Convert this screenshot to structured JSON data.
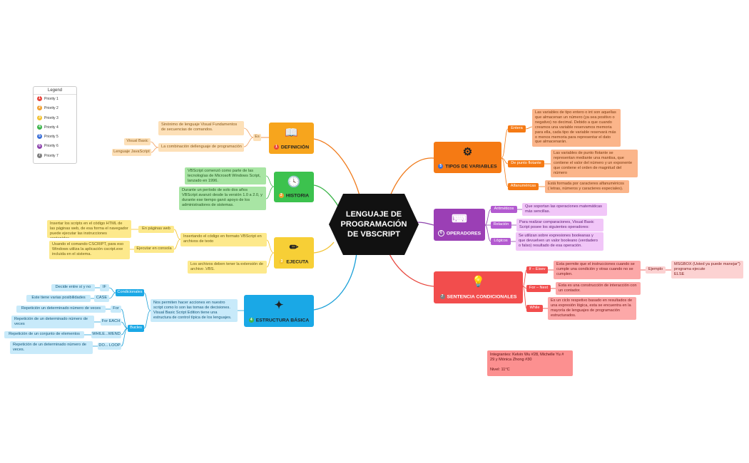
{
  "center_title": {
    "line1": "LENGUAJE DE",
    "line2": "PROGRAMACIÓN",
    "line3": "DE VBSCRIPT"
  },
  "legend": {
    "title": "Legend",
    "items": [
      {
        "num": "1",
        "label": "Priority 1",
        "color": "#e8453c"
      },
      {
        "num": "2",
        "label": "Priority 2",
        "color": "#f0a030"
      },
      {
        "num": "3",
        "label": "Priority 3",
        "color": "#f2c230"
      },
      {
        "num": "4",
        "label": "Priority 4",
        "color": "#3cb54a"
      },
      {
        "num": "5",
        "label": "Priority 5",
        "color": "#3a6fd8"
      },
      {
        "num": "6",
        "label": "Priority 6",
        "color": "#8e44ad"
      },
      {
        "num": "7",
        "label": "Priority 7",
        "color": "#7f7f7f"
      }
    ]
  },
  "definicion": {
    "num": "1",
    "title": "DEFINICIÓN",
    "es": "Es",
    "sinonimo": "Sinónimo de lenguaje Visual Fundamentos de secuencias de comandos.",
    "combinacion": "La combinación dellenguaje de programación",
    "visual_basic": "Visual Basic",
    "lenguaje_js": "Lenguaje JavaScript"
  },
  "historia": {
    "num": "2",
    "title": "HISTORIA",
    "text1": "VBScript comenzó como parte de las tecnologías de Microsoft Windows Script, lanzado en 1996.",
    "text2": "Durante un período de solo dos años VBScript avanzó desde la versión 1.0 a 2.0, y durante ese tiempo ganó apoyo de los administradores de sistemas."
  },
  "ejecuta": {
    "num": "3",
    "title": "EJECUTA",
    "insertando": "Insertando el código en formato VBScript en archivos de texto",
    "paginas_web": "En páginas web",
    "paginas_desc": "Insertar los scripts en el código HTML de las páginas web, de esa forma el navegador puede ejecutar las instrucciones contenidas.",
    "consola": "Ejecutar en consola",
    "consola_desc": "Usando el comando CSCRIPT, para eso Windows utiliza la aplicación cscript.exe incluida en el sistema.",
    "extension": "Los archivos deben tener la extensión de archivo .VBS."
  },
  "estructura": {
    "num": "4",
    "title": "ESTRUCTURA BÁSICA",
    "desc": "Nos permiten hacer acciones en nuestro script como lo son las tomas de decisiones. Visual Basic Script Edition tiene una estructura de control típica de los lenguajes.",
    "condicionales": "Condicionales",
    "bucles": "Bucles",
    "if": "IF",
    "if_desc": "Decide entre sí y no",
    "case": "CASE",
    "case_desc": "Este tiene varias posibilidades",
    "for": "For",
    "for_desc": "Repetición un determinado número de veces",
    "foreach": "For EACH",
    "foreach_desc": "Repetición de un determinado número de veces",
    "whilewend": "WHILE...WEND",
    "whilewend_desc": "Repetición de un conjunto de elementos",
    "doloop": "DO... LOOP",
    "doloop_desc": "Repetición de un determinado número de veces."
  },
  "tipos": {
    "num": "5",
    "title": "TIPOS DE VARIABLES",
    "entera": "Entera",
    "entera_desc": "Las variables de tipo entero o int son aquellas que almacenan un número (ya sea positivo o negativo) no decimal. Debido a que cuando creamos una variable reservamos memoria para ella, cada tipo de variable reservará más o menos memoria para representar el dato que almacenarán.",
    "flotante": "De punto flotante",
    "flotante_desc": "Las variables de punto flotante se representan mediante una mantisa, que contiene el valor del número y un exponente que contiene el orden de magnitud del número",
    "alfanumericas": "Alfanuméricas",
    "alfanumericas_desc": "Está formada por caracteres alfanuméricos ( letras, números y caracteres especiales)."
  },
  "operadores": {
    "num": "6",
    "title": "OPERADORES",
    "aritmeticos": "Aritméticos",
    "aritmeticos_desc": "Que soportan las operaciones matemáticas más sencillas.",
    "relacion": "Relación",
    "relacion_desc": "Para realizar comparaciones, Visual Basic Script posee los siguientes operadores:",
    "logicos": "Lógicos",
    "logicos_desc": "Se utilizan sobre expresiones booleanas y que devuelven un valor booleano (verdadero o falso) resultado de esa operación."
  },
  "sentencia": {
    "num": "7",
    "title": "SENTENCIA CONDICIONALES",
    "ifelse": "If – Eisev",
    "ifelse_desc": "Esta permite que el instrucciones cuando se cumple una condición y otras cuando no se cumplen.",
    "ejemplo": "Ejemplo",
    "ejemplo_desc1": "MSGBOX (Usted ya puede manejar\")",
    "ejemplo_desc2": "programa ejecute",
    "ejemplo_desc3": "ELSE",
    "fornext": "For – Next",
    "fornext_desc": "Esta es una construcción de interacción con un contador.",
    "while": "While",
    "while_desc": "Es un ciclo respetivo basado en resultados de una expresión lógica, esta se encuentra en la mayoría de lenguajes de programación estructurados."
  },
  "integrantes": {
    "line1": "Integrantes:  Kelvin Wu #28, Michelle Yu #",
    "line2": "29 y Mónica Zhong #30",
    "line3": "Nivel: 11°C"
  }
}
